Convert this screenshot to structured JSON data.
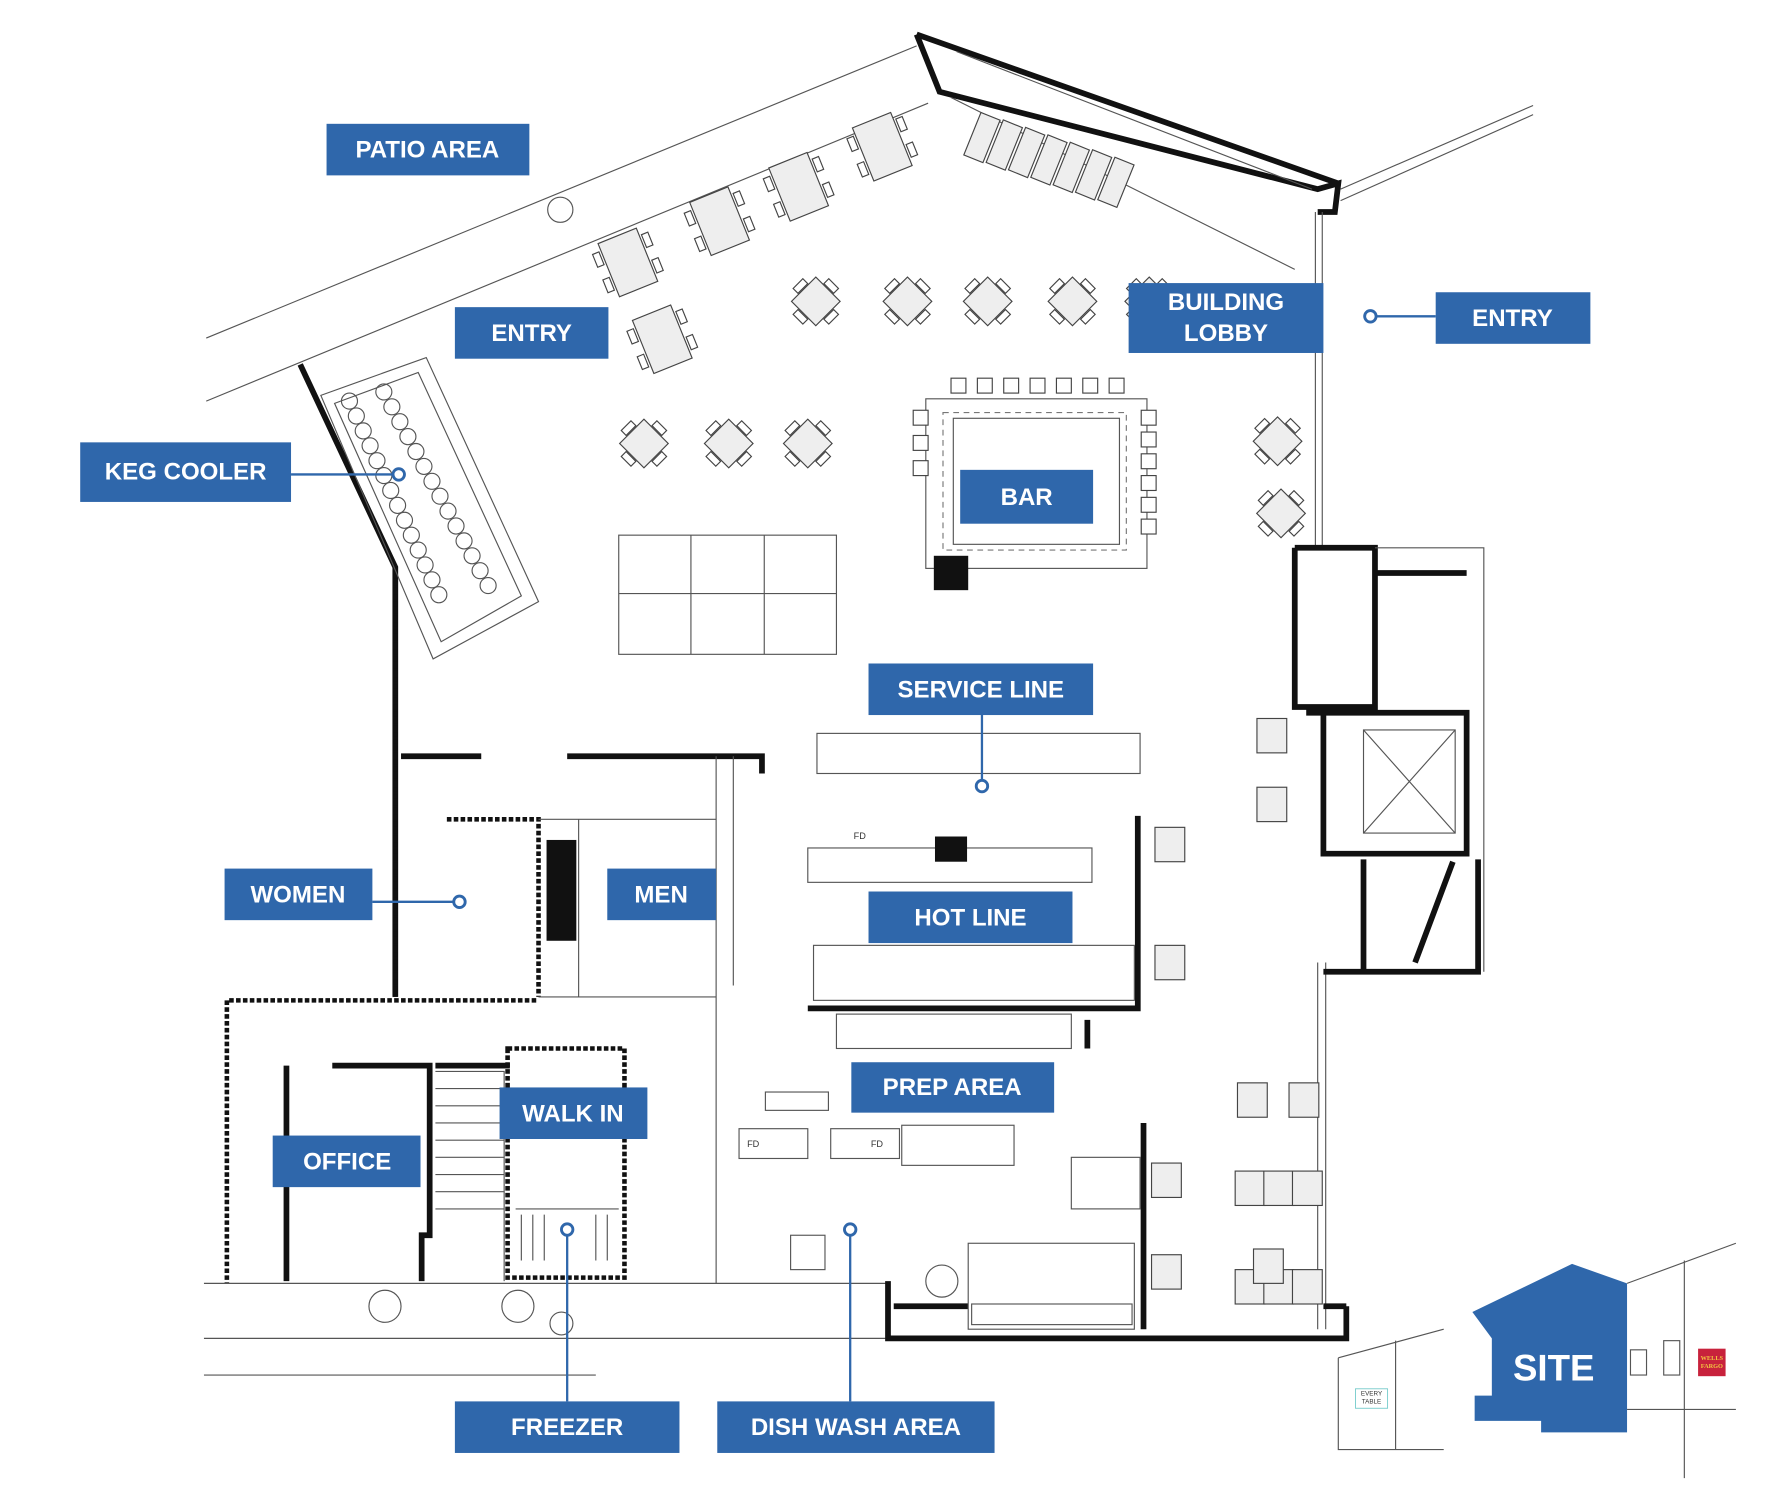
{
  "colors": {
    "label_bg": "#2f67ab",
    "label_text": "#ffffff",
    "walls": "#111111",
    "bank_logo": "#c8223c"
  },
  "labels": {
    "patio_area": "PATIO AREA",
    "entry_left": "ENTRY",
    "building_lobby_1": "BUILDING",
    "building_lobby_2": "LOBBY",
    "entry_right": "ENTRY",
    "keg_cooler": "KEG COOLER",
    "bar": "BAR",
    "service_line": "SERVICE LINE",
    "women": "WOMEN",
    "men": "MEN",
    "hot_line": "HOT LINE",
    "prep_area": "PREP AREA",
    "walk_in": "WALK IN",
    "office": "OFFICE",
    "freezer": "FREEZER",
    "dish_wash_area": "DISH WASH AREA"
  },
  "site_inset": {
    "label": "SITE",
    "neighbor_left_1": "EVERY",
    "neighbor_left_2": "TABLE",
    "neighbor_right_1": "WELLS",
    "neighbor_right_2": "FARGO"
  },
  "fixture_marks": {
    "fd": "FD"
  }
}
